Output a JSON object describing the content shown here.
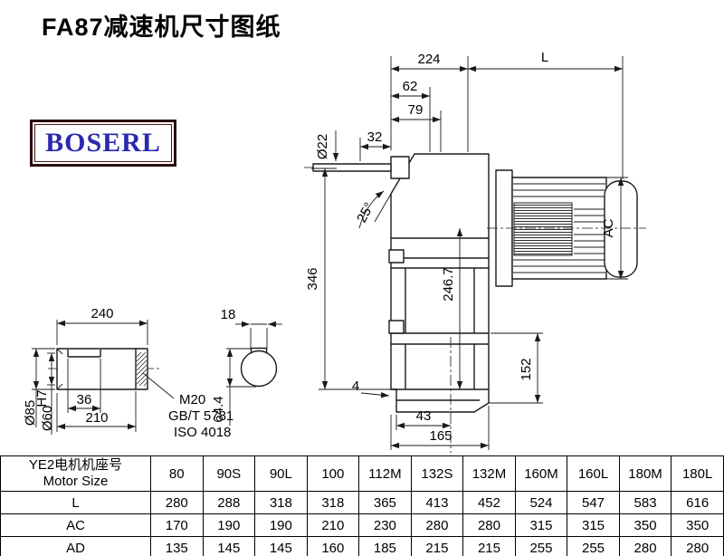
{
  "page": {
    "title": "FA87减速机尺寸图纸",
    "logo": "BOSERL"
  },
  "drawing": {
    "dims": {
      "d224": "224",
      "L": "L",
      "d62": "62",
      "d79": "79",
      "d32": "32",
      "dia22": "Ø22",
      "angle25": "25°",
      "d346": "346",
      "d246_7": "246.7",
      "AC": "AC",
      "d152": "152",
      "d4": "4",
      "d43": "43",
      "d165": "165",
      "d240": "240",
      "dia85": "Ø85",
      "dia60": "Ø60",
      "dia60_tol": "H7",
      "d36": "36",
      "d210": "210",
      "d18": "18",
      "d64_4": "64.4",
      "thread": "M20",
      "std1": "GB/T 5781",
      "std2": "ISO 4018"
    }
  },
  "table": {
    "header_cn": "YE2电机机座号",
    "header_en": "Motor Size",
    "row_labels": [
      "L",
      "AC",
      "AD"
    ],
    "motor_sizes": [
      "80",
      "90S",
      "90L",
      "100",
      "112M",
      "132S",
      "132M",
      "160M",
      "160L",
      "180M",
      "180L"
    ],
    "L": [
      "280",
      "288",
      "318",
      "318",
      "365",
      "413",
      "452",
      "524",
      "547",
      "583",
      "616"
    ],
    "AC": [
      "170",
      "190",
      "190",
      "210",
      "230",
      "280",
      "280",
      "315",
      "315",
      "350",
      "350"
    ],
    "AD": [
      "135",
      "145",
      "145",
      "160",
      "185",
      "215",
      "215",
      "255",
      "255",
      "280",
      "280"
    ]
  }
}
